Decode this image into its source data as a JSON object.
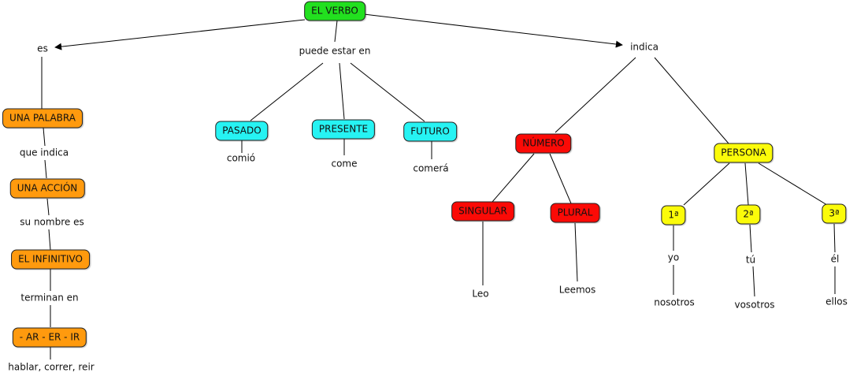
{
  "colors": {
    "green": "#22e01f",
    "orange": "#ff9a0e",
    "cyan": "#26f3f3",
    "red": "#fb0a06",
    "yellow": "#fbfb0a",
    "line": "#000000"
  },
  "nodes": {
    "verbo": "EL VERBO",
    "palabra": "UNA PALABRA",
    "accion": "UNA ACCIÓN",
    "infinitivo": "EL INFINITIVO",
    "terminaciones": "- AR - ER - IR",
    "pasado": "PASADO",
    "presente": "PRESENTE",
    "futuro": "FUTURO",
    "numero": "NÚMERO",
    "singular": "SINGULAR",
    "plural": "PLURAL",
    "persona": "PERSONA",
    "p1": "1ª",
    "p2": "2ª",
    "p3": "3ª"
  },
  "labels": {
    "es": "es",
    "puede": "puede estar en",
    "indica": "indica",
    "que_indica": "que indica",
    "su_nombre": "su nombre es",
    "terminan": "terminan en",
    "ejemplos_inf": "hablar, correr, reir",
    "comio": "comió",
    "come": "come",
    "comera": "comerá",
    "leo": "Leo",
    "leemos": "Leemos",
    "yo": "yo",
    "nosotros": "nosotros",
    "tu": "tú",
    "vosotros": "vosotros",
    "el": "él",
    "ellos": "ellos"
  }
}
